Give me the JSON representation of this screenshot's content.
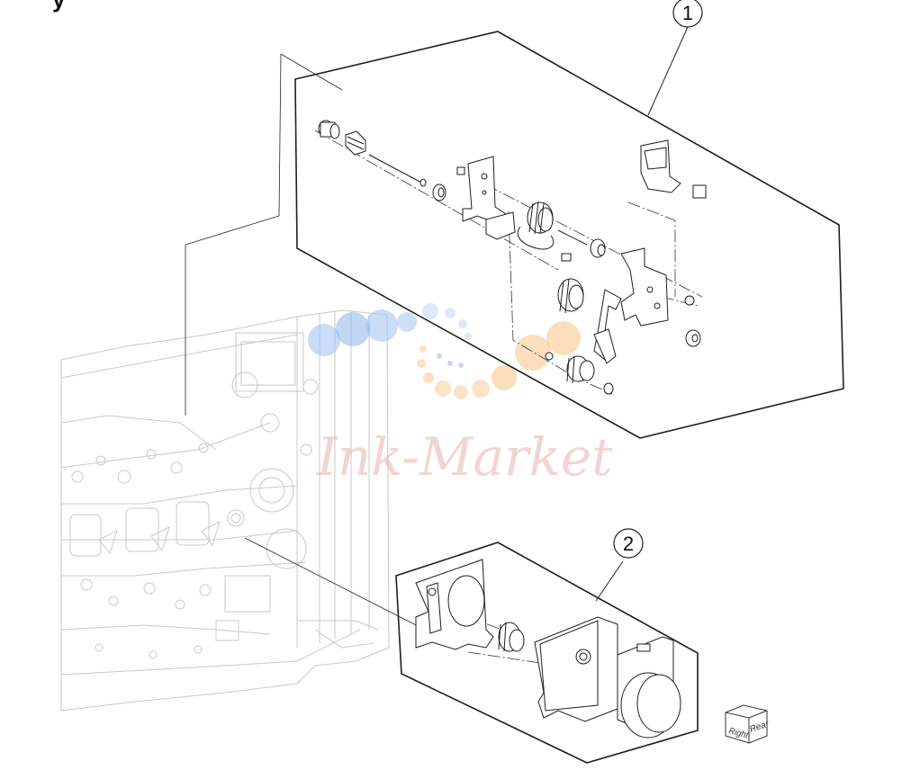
{
  "header": {
    "title": "y"
  },
  "callouts": [
    {
      "number": "1",
      "label": ""
    },
    {
      "number": "2",
      "label": ""
    }
  ],
  "watermark": {
    "text": "Ink-Market",
    "colors": [
      "#8fb3e8",
      "#f7b86a",
      "#e7b4ad"
    ]
  },
  "orientation_cube": {
    "right_label": "Right",
    "rear_label": "Rear"
  },
  "colors": {
    "line": "#1e1e1e",
    "ghost": "#c9c9c9",
    "background": "#ffffff"
  }
}
